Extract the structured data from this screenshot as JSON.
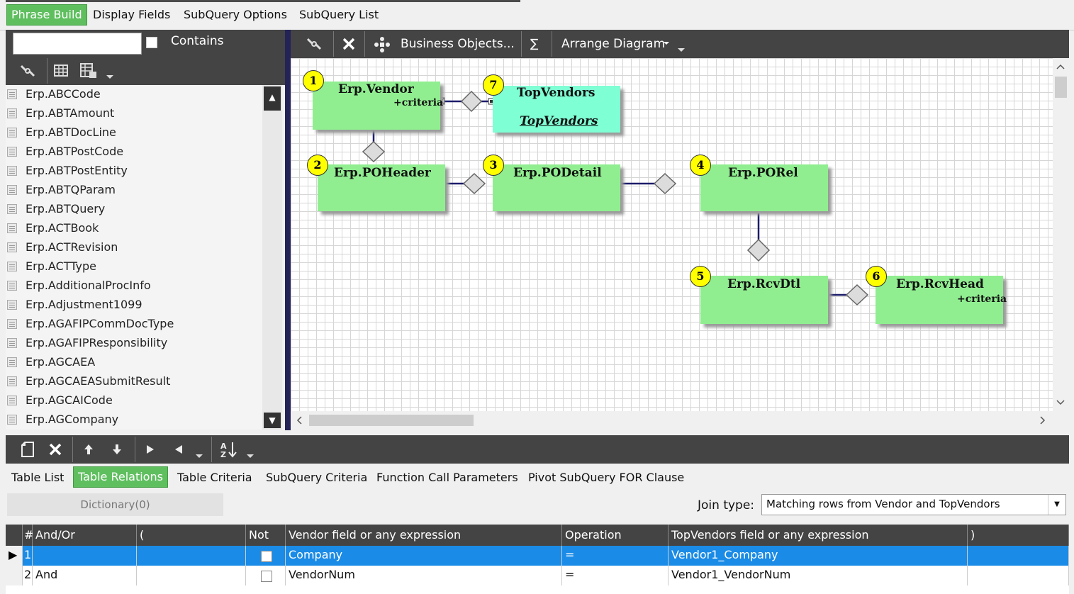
{
  "top_tabs": [
    {
      "label": "Phrase Build",
      "active": true
    },
    {
      "label": "Display Fields",
      "active": false
    },
    {
      "label": "SubQuery Options",
      "active": false
    },
    {
      "label": "SubQuery List",
      "active": false
    }
  ],
  "left_panel": {
    "search_value": "",
    "contains_label": "Contains",
    "contains_checked": false,
    "tables": [
      "Erp.ABCCode",
      "Erp.ABTAmount",
      "Erp.ABTDocLine",
      "Erp.ABTPostCode",
      "Erp.ABTPostEntity",
      "Erp.ABTQParam",
      "Erp.ABTQuery",
      "Erp.ACTBook",
      "Erp.ACTRevision",
      "Erp.ACTType",
      "Erp.AdditionalProcInfo",
      "Erp.Adjustment1099",
      "Erp.AGAFIPCommDocType",
      "Erp.AGAFIPResponsibility",
      "Erp.AGCAEA",
      "Erp.AGCAEASubmitResult",
      "Erp.AGCAICode",
      "Erp.AGCompany"
    ]
  },
  "diagram_toolbar": {
    "business_objects": "Business Objects...",
    "sigma": "∑",
    "arrange": "Arrange Diagram"
  },
  "diagram": {
    "nodes": [
      {
        "num": "1",
        "title": "Erp.Vendor",
        "sub": "+criteria"
      },
      {
        "num": "7",
        "title": "TopVendors",
        "link": "TopVendors"
      },
      {
        "num": "2",
        "title": "Erp.POHeader"
      },
      {
        "num": "3",
        "title": "Erp.PODetail"
      },
      {
        "num": "4",
        "title": "Erp.PORel"
      },
      {
        "num": "5",
        "title": "Erp.RcvDtl"
      },
      {
        "num": "6",
        "title": "Erp.RcvHead",
        "sub": "+criteria"
      }
    ],
    "colors": {
      "node": "#90ee90",
      "subquery_node": "#7fffd4",
      "badge": "#ffff00",
      "line": "#1c1c6b"
    }
  },
  "bottom_tabs": [
    {
      "label": "Table List",
      "active": false
    },
    {
      "label": "Table Relations",
      "active": true
    },
    {
      "label": "Table Criteria",
      "active": false
    },
    {
      "label": "SubQuery Criteria",
      "active": false
    },
    {
      "label": "Function Call Parameters",
      "active": false
    },
    {
      "label": "Pivot SubQuery FOR Clause",
      "active": false
    }
  ],
  "dictionary_button": "Dictionary(0)",
  "join": {
    "label": "Join type:",
    "value": "Matching rows from Vendor and TopVendors"
  },
  "grid": {
    "headers": [
      "#",
      "And/Or",
      "(",
      "Not",
      "Vendor field or any expression",
      "Operation",
      "TopVendors field or any expression",
      ")"
    ],
    "rows": [
      {
        "num": "1",
        "andor": "",
        "open": "",
        "not": false,
        "left": "Company",
        "op": "=",
        "right": "Vendor1_Company",
        "close": "",
        "selected": true
      },
      {
        "num": "2",
        "andor": "And",
        "open": "",
        "not": false,
        "left": "VendorNum",
        "op": "=",
        "right": "Vendor1_VendorNum",
        "close": "",
        "selected": false
      }
    ]
  }
}
